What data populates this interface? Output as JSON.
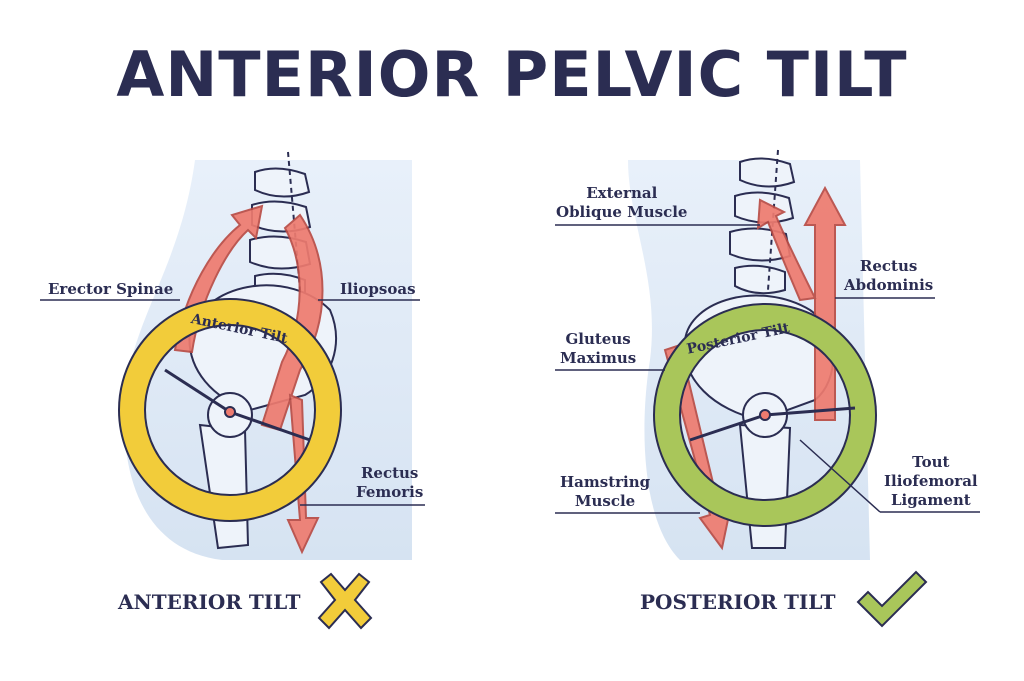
{
  "title": "ANTERIOR PELVIC TILT",
  "left_panel": {
    "ring_label": "Anterior Tilt",
    "labels": {
      "erector": "Erector Spinae",
      "iliopsoas": "Iliopsoas",
      "rectus_femoris_1": "Rectus",
      "rectus_femoris_2": "Femoris"
    },
    "caption": "ANTERIOR TILT",
    "status_icon": "cross-icon"
  },
  "right_panel": {
    "ring_label": "Posterior Tilt",
    "labels": {
      "external_oblique_1": "External",
      "external_oblique_2": "Oblique Muscle",
      "rectus_abdominis_1": "Rectus",
      "rectus_abdominis_2": "Abdominis",
      "gluteus_1": "Gluteus",
      "gluteus_2": "Maximus",
      "hamstring_1": "Hamstring",
      "hamstring_2": "Muscle",
      "ligament_1": "Tout",
      "ligament_2": "Iliofemoral",
      "ligament_3": "Ligament"
    },
    "caption": "POSTERIOR TILT",
    "status_icon": "check-icon"
  },
  "colors": {
    "title": "#2b2d52",
    "muscle": "#ee7b6f",
    "anterior_ring": "#f2cc3a",
    "posterior_ring": "#a9c65a",
    "body": "#dfe9f5",
    "bone": "#eef3fa"
  }
}
